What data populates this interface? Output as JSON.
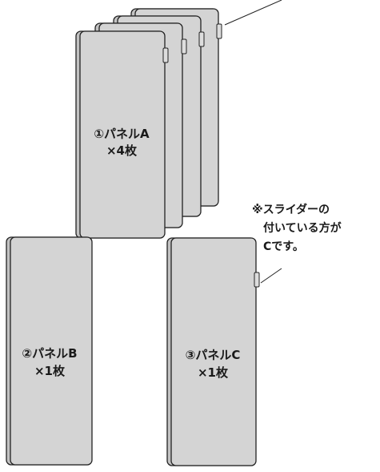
{
  "panel_a": {
    "line1": "①パネルA",
    "line2": "×4枚"
  },
  "panel_b": {
    "line1": "②パネルB",
    "line2": "×1枚"
  },
  "panel_c": {
    "line1": "③パネルC",
    "line2": "×1枚"
  },
  "note": {
    "line1": "※スライダーの",
    "line2": "付いている方が",
    "line3": "Cです。"
  },
  "colors": {
    "panel_fill": "#d4d4d4",
    "panel_edge": "#c2c2c2",
    "stroke": "#222222"
  }
}
